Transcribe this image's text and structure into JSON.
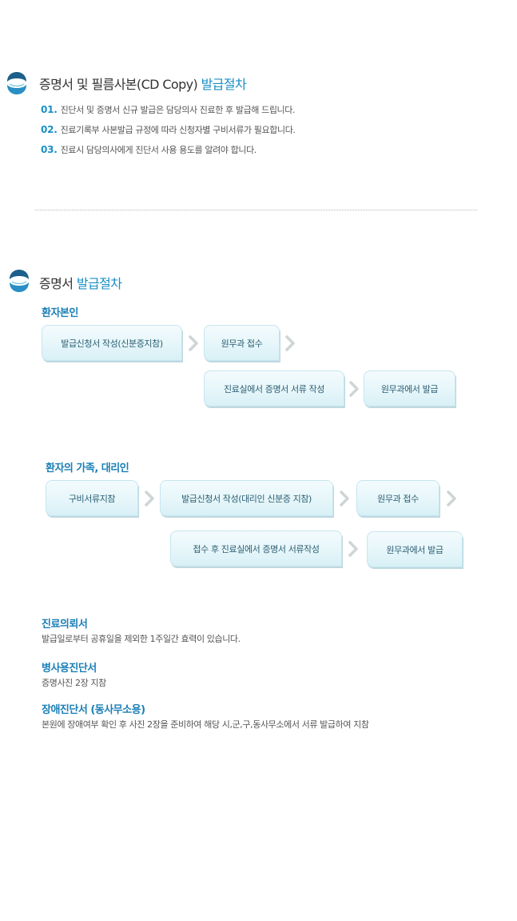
{
  "section1": {
    "title": "증명서 및 필름사본(CD Copy) ",
    "title_highlight": "발급절차",
    "items": [
      {
        "num": "01.",
        "text": "진단서 및 증명서 신규 발급은 담당의사 진료한 후 발급해 드립니다."
      },
      {
        "num": "02.",
        "text": "진료기록부 사본발급 규정에 따라 신청자별 구비서류가 필요합니다."
      },
      {
        "num": "03.",
        "text": "진료시 담당의사에게 진단서 사용 용도를 알려야 합니다."
      }
    ]
  },
  "section2": {
    "title": "증명서 ",
    "title_highlight": "발급절차",
    "group1": {
      "heading": "환자본인",
      "steps": [
        "발급신청서 작성(신분증지참)",
        "원무과 접수",
        "진료실에서 증명서 서류 작성",
        "원무과에서 발급"
      ]
    },
    "group2": {
      "heading": "환자의 가족, 대리인",
      "steps": [
        "구비서류지참",
        "발급신청서 작성(대리인 신분증 지참)",
        "원무과 접수",
        "접수 후 진료실에서 증명서 서류작성",
        "원무과에서 발급"
      ]
    }
  },
  "notes": [
    {
      "title": "진료의뢰서",
      "text": "발급일로부터 공휴일을 제외한 1주일간 효력이 있습니다."
    },
    {
      "title": "병사용진단서",
      "text": "증명사진 2장 지참"
    },
    {
      "title": "장애진단서 (동사무소용)",
      "text": "본원에 장애여부 확인 후 사진 2장을 준비하여 해당 시,군,구,동사무소에서 서류 발급하여 지참"
    }
  ],
  "colors": {
    "accent": "#1a8fc6",
    "heading_blue": "#1b7fb7",
    "logo_dark": "#1c5f8a",
    "logo_light": "#4fb8e0"
  },
  "icons": {
    "logo": "hospital-logo-icon",
    "arrow": "chevron-right-icon"
  }
}
